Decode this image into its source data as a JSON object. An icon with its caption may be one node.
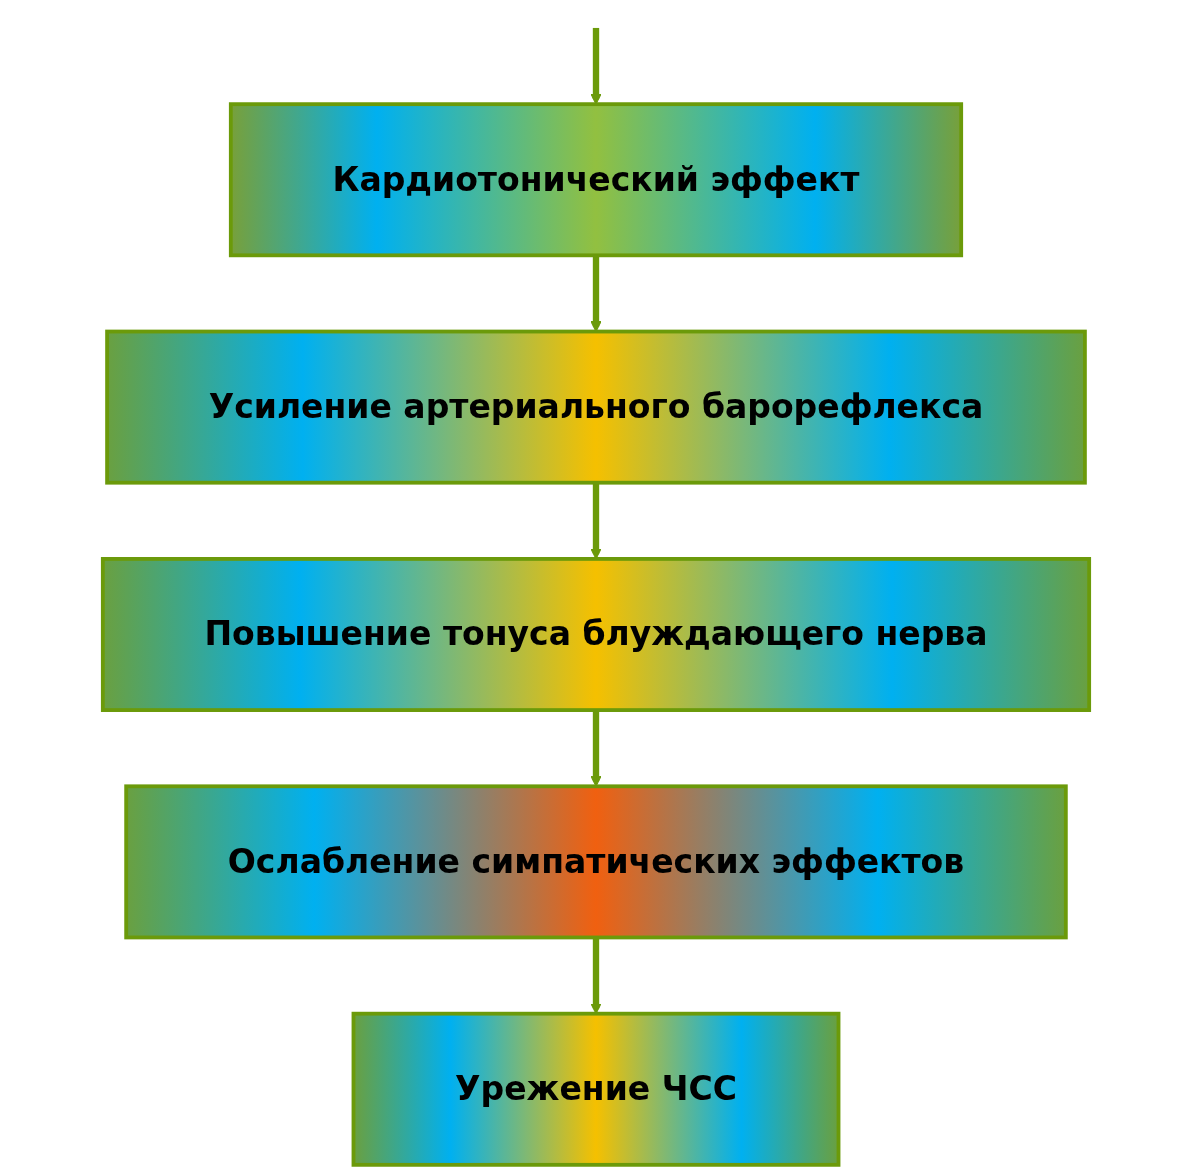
{
  "diagram": {
    "nodes": [
      {
        "text": [
          "Кардиотонический эффект"
        ]
      },
      {
        "text": [
          "Усиление артериального барорефлекса"
        ]
      },
      {
        "text": [
          "Повышение тонуса блуждающего нерва"
        ]
      },
      {
        "text": [
          "Ослабление симпатических эффектов"
        ]
      },
      {
        "text": [
          "Урежение ЧСС"
        ]
      }
    ],
    "edges": [
      {
        "from": null,
        "to": 0,
        "arrow": "to"
      },
      {
        "from": 0,
        "to": 1,
        "arrow": "to"
      },
      {
        "from": 1,
        "to": 2,
        "arrow": "to"
      },
      {
        "from": 2,
        "to": 3,
        "arrow": "to"
      },
      {
        "from": 3,
        "to": 4,
        "arrow": "to"
      }
    ]
  }
}
